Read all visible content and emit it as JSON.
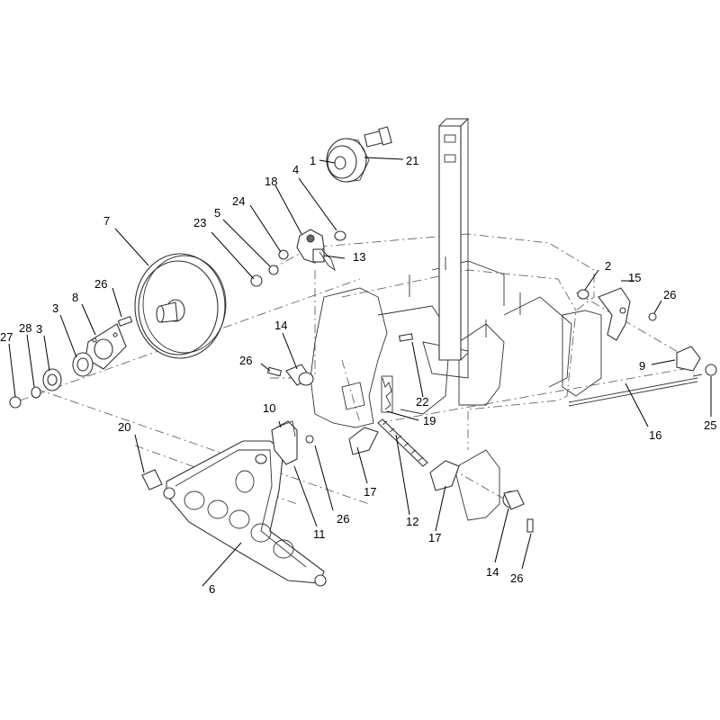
{
  "callouts": [
    {
      "id": "c1",
      "text": "1"
    },
    {
      "id": "c2",
      "text": "2"
    },
    {
      "id": "c3",
      "text": "3"
    },
    {
      "id": "c4",
      "text": "4"
    },
    {
      "id": "c5",
      "text": "5"
    },
    {
      "id": "c6",
      "text": "6"
    },
    {
      "id": "c7",
      "text": "7"
    },
    {
      "id": "c8",
      "text": "8"
    },
    {
      "id": "c9",
      "text": "9"
    },
    {
      "id": "c10",
      "text": "10"
    },
    {
      "id": "c11",
      "text": "11"
    },
    {
      "id": "c12",
      "text": "12"
    },
    {
      "id": "c13",
      "text": "13"
    },
    {
      "id": "c14a",
      "text": "14"
    },
    {
      "id": "c14b",
      "text": "14"
    },
    {
      "id": "c15",
      "text": "15"
    },
    {
      "id": "c16",
      "text": "16"
    },
    {
      "id": "c17a",
      "text": "17"
    },
    {
      "id": "c17b",
      "text": "17"
    },
    {
      "id": "c18",
      "text": "18"
    },
    {
      "id": "c19",
      "text": "19"
    },
    {
      "id": "c20",
      "text": "20"
    },
    {
      "id": "c21",
      "text": "21"
    },
    {
      "id": "c22",
      "text": "22"
    },
    {
      "id": "c23",
      "text": "23"
    },
    {
      "id": "c24",
      "text": "24"
    },
    {
      "id": "c25",
      "text": "25"
    },
    {
      "id": "c26a",
      "text": "26"
    },
    {
      "id": "c26b",
      "text": "26"
    },
    {
      "id": "c26c",
      "text": "26"
    },
    {
      "id": "c26d",
      "text": "26"
    },
    {
      "id": "c26e",
      "text": "26"
    },
    {
      "id": "c27",
      "text": "27"
    },
    {
      "id": "c28",
      "text": "28"
    }
  ]
}
